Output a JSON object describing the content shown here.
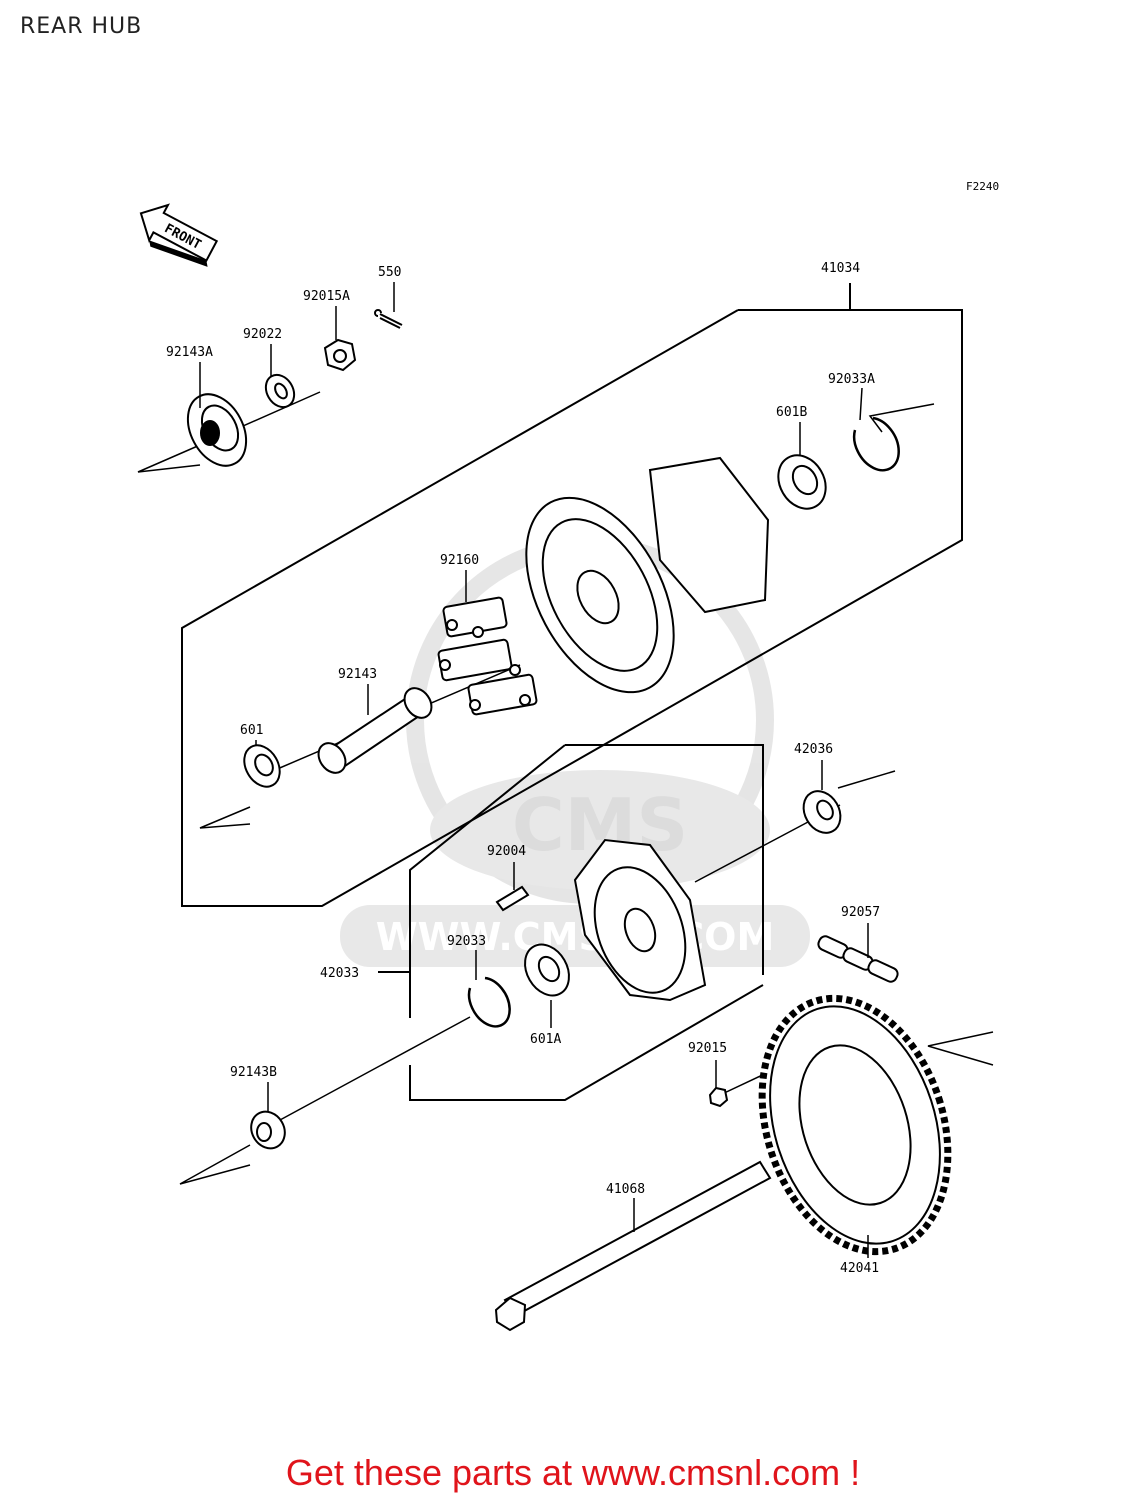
{
  "page": {
    "title": "REAR HUB"
  },
  "diagram": {
    "figure_code": "F2240",
    "front_label": "FRONT",
    "watermark": {
      "brand": "CMS",
      "url": "WWW.CMSNL.COM"
    },
    "part_labels": [
      "550",
      "92015A",
      "92022",
      "92143A",
      "41034",
      "92033A",
      "601B",
      "92160",
      "92143",
      "601",
      "42036",
      "92004",
      "92033",
      "42033",
      "601A",
      "92057",
      "92015",
      "92143B",
      "41068",
      "42041"
    ]
  },
  "footer": {
    "cta": "Get these parts at www.cmsnl.com !"
  }
}
